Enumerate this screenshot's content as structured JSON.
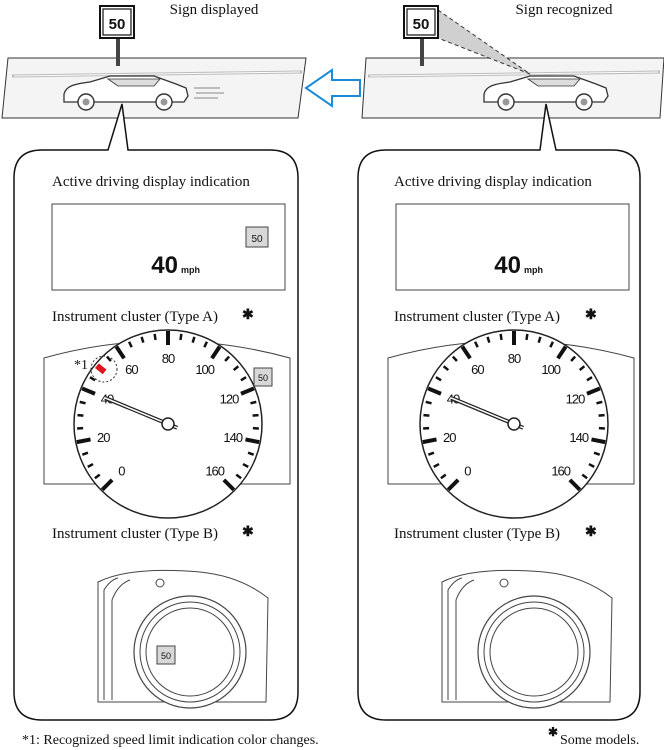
{
  "top": {
    "left_caption": "Sign displayed",
    "right_caption": "Sign recognized",
    "sign_value": "50"
  },
  "panels": [
    {
      "active_display_heading": "Active driving display indication",
      "speed_value": "40",
      "speed_unit": "mph",
      "shows_sign_icon": true,
      "cluster_a_heading": "Instrument cluster (Type A)",
      "cluster_b_heading": "Instrument cluster (Type B)",
      "asterisk": "✱",
      "callout_label": "*1",
      "highlight_color": "#e0141e"
    },
    {
      "active_display_heading": "Active driving display indication",
      "speed_value": "40",
      "speed_unit": "mph",
      "shows_sign_icon": false,
      "cluster_a_heading": "Instrument cluster (Type A)",
      "cluster_b_heading": "Instrument cluster (Type B)",
      "asterisk": "✱"
    }
  ],
  "gauge": {
    "tick_labels": [
      "0",
      "20",
      "40",
      "60",
      "80",
      "100",
      "120",
      "140",
      "160"
    ],
    "sign_icon_text": "50"
  },
  "footer": {
    "note": "*1: Recognized speed limit indication color changes.",
    "asterisk": "✱",
    "some_models": "Some models."
  },
  "colors": {
    "arrow": "#1a8cd8",
    "highlight": "#e0141e",
    "sign_bg": "#d8d8d8"
  }
}
